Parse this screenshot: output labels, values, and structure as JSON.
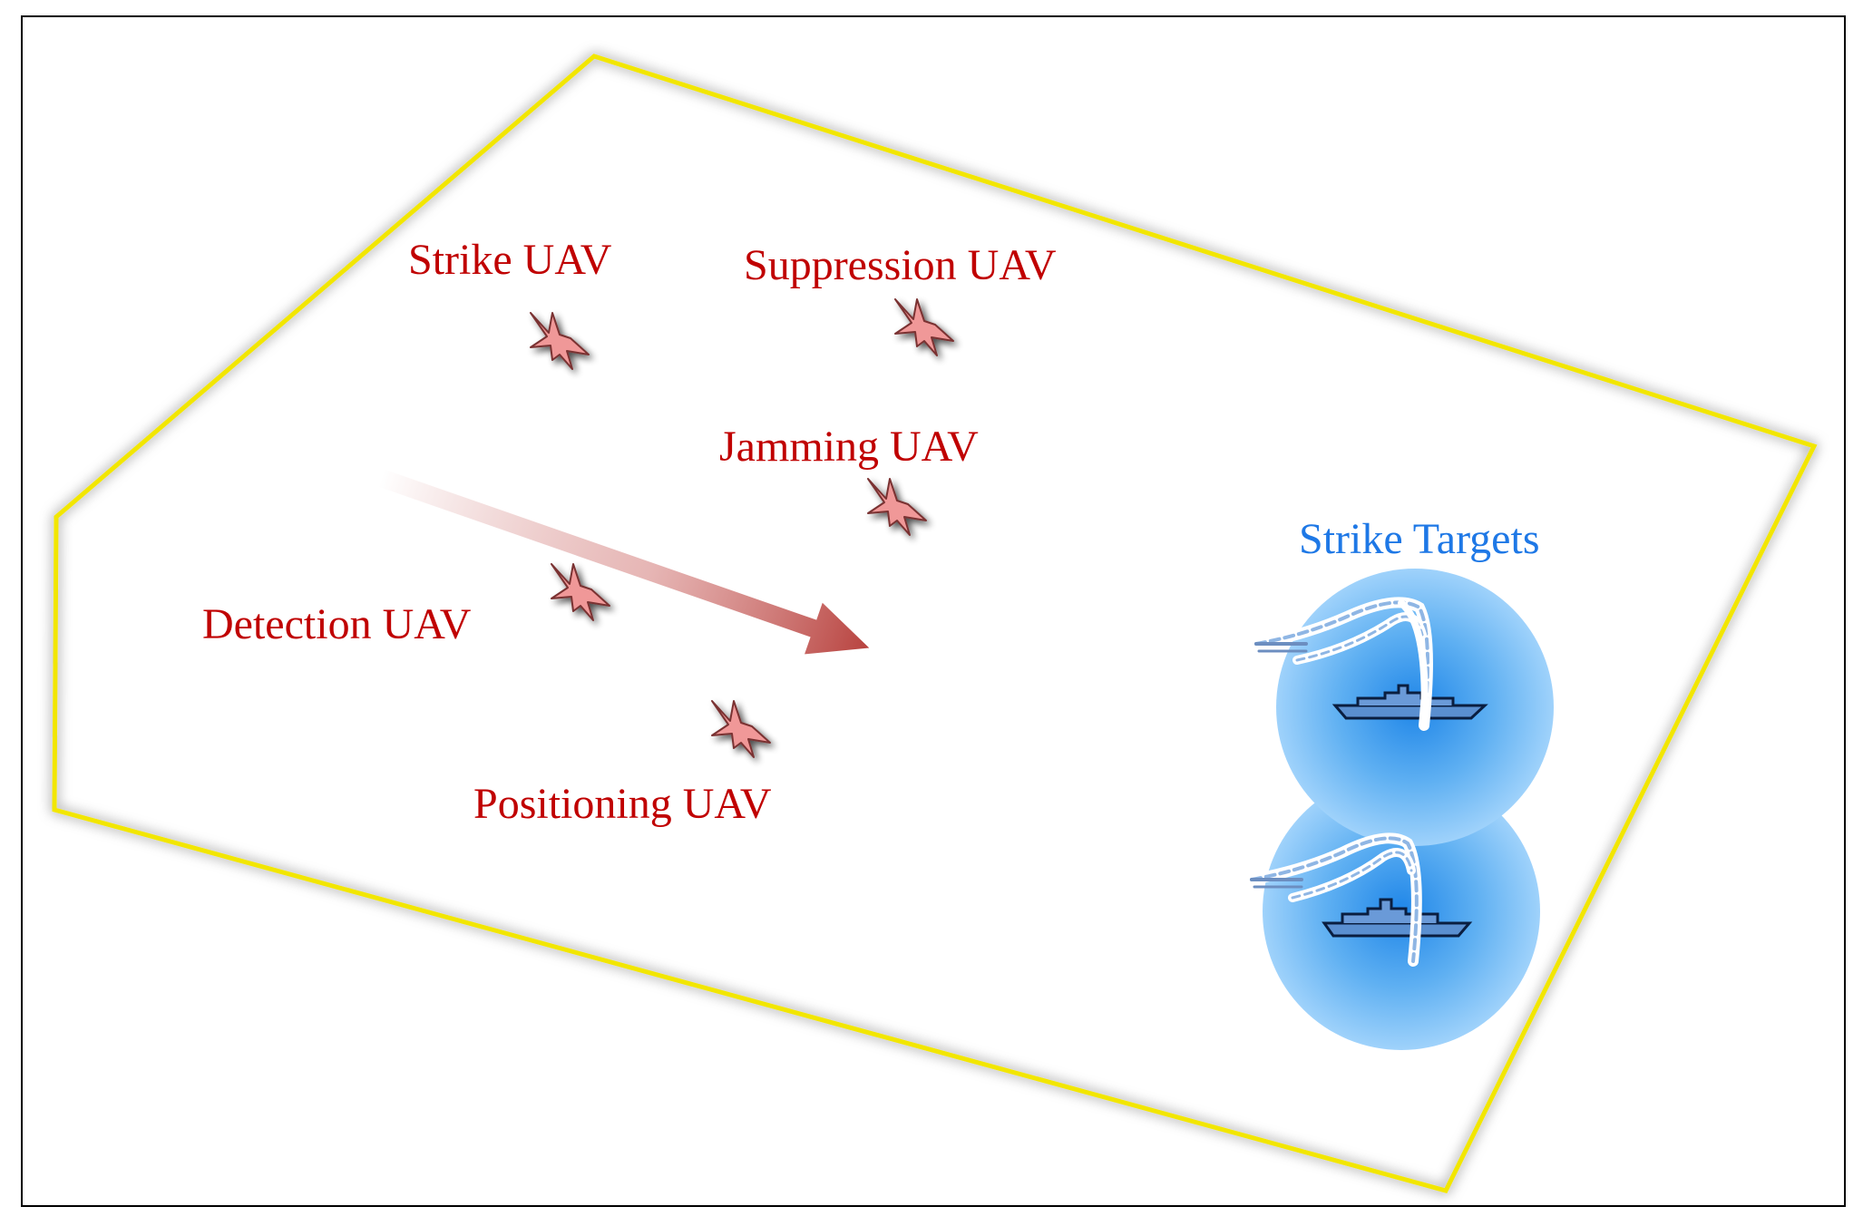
{
  "diagram": {
    "uavs": [
      {
        "id": "strike",
        "label": "Strike UAV"
      },
      {
        "id": "suppression",
        "label": "Suppression UAV"
      },
      {
        "id": "jamming",
        "label": "Jamming UAV"
      },
      {
        "id": "detection",
        "label": "Detection UAV"
      },
      {
        "id": "positioning",
        "label": "Positioning UAV"
      }
    ],
    "targets_label": "Strike Targets",
    "colors": {
      "uav_label": "#c00000",
      "target_label": "#1e78e6",
      "boundary": "#f2e600",
      "frame": "#000000",
      "uav_icon": "#f09090",
      "arrow": "#c0504d",
      "target_zone": "#5aaef0"
    },
    "icons": [
      "uav-aircraft-icon",
      "warship-icon",
      "missile-trajectory-icon",
      "direction-arrow"
    ]
  }
}
